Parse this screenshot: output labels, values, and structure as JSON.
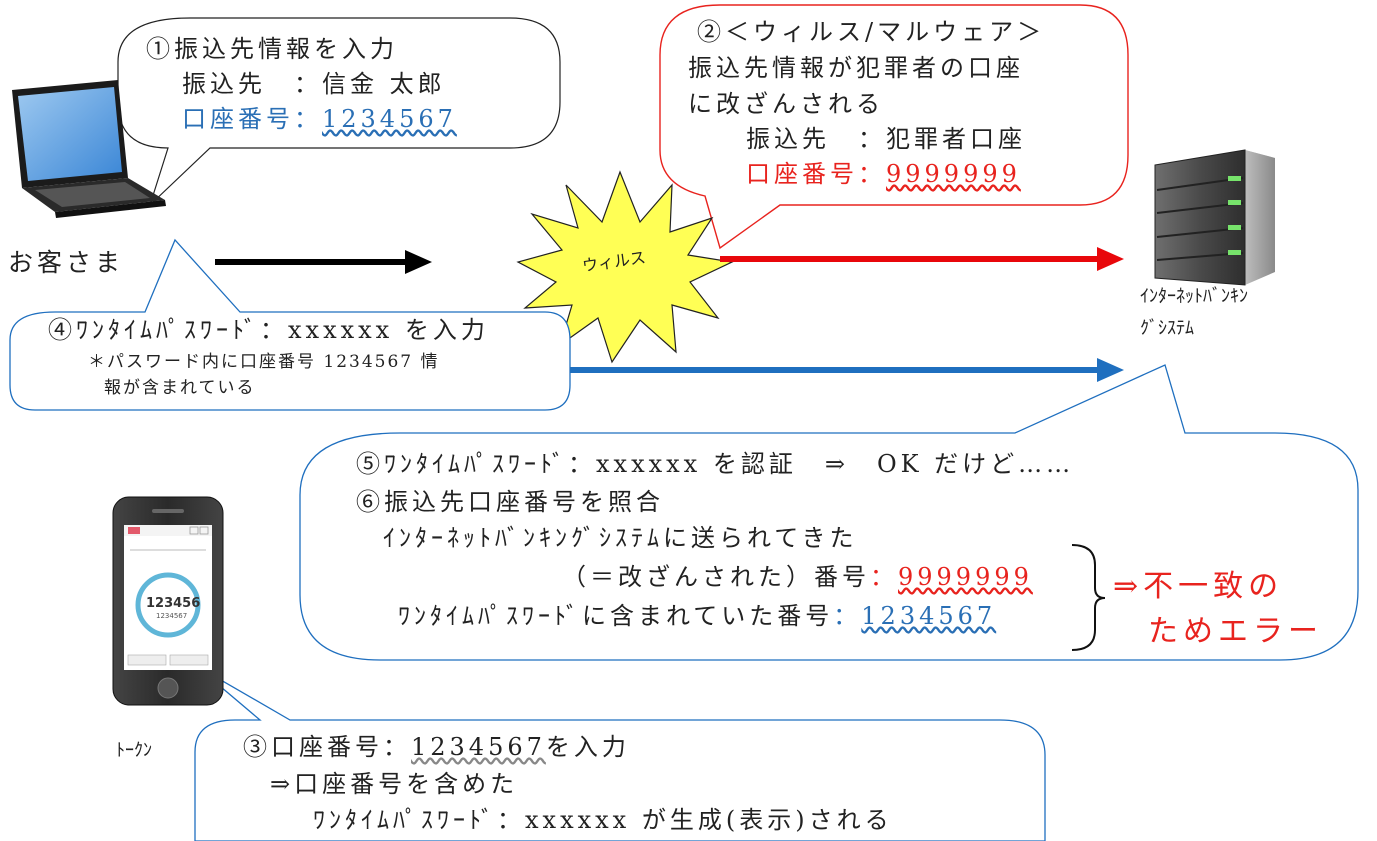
{
  "bubble1": {
    "line1": "①振込先情報を入力",
    "line2": "振込先　：信金 太郎",
    "line3_label": "口座番号：",
    "line3_value": "1234567"
  },
  "bubble2": {
    "line1": "②＜ウィルス/マルウェア＞",
    "line2": "振込先情報が犯罪者の口座",
    "line3": "に改ざんされる",
    "line4": "振込先　：犯罪者口座",
    "line5_label": "口座番号：",
    "line5_value": "9999999"
  },
  "customer_label": "お客さま",
  "virus_label": "ウィルス",
  "server_label_1": "ｲﾝﾀｰﾈｯﾄﾊﾞﾝｷﾝ",
  "server_label_2": "ｸﾞｼｽﾃﾑ",
  "bubble4": {
    "line1": "④ﾜﾝﾀｲﾑﾊﾟｽﾜｰﾄﾞ：xxxxxx を入力",
    "line2": "＊パスワード内に口座番号 1234567 情",
    "line3": "報が含まれている"
  },
  "bubble5": {
    "line1": "⑤ﾜﾝﾀｲﾑﾊﾟｽﾜｰﾄﾞ：xxxxxx を認証　⇒　OK だけど……",
    "line2": "⑥振込先口座番号を照合",
    "line3": "ｲﾝﾀｰﾈｯﾄﾊﾞﾝｷﾝｸﾞｼｽﾃﾑに送られてきた",
    "line4_label": "（＝改ざんされた）番号",
    "line4_colon": "：",
    "line4_value": "9999999",
    "line5_label": "ﾜﾝﾀｲﾑﾊﾟｽﾜｰﾄﾞに含まれていた番号",
    "line5_colon": "：",
    "line5_value": "1234567"
  },
  "error_line1": "⇒不一致の",
  "error_line2": "ためエラー",
  "token_label": "ﾄｰｸﾝ",
  "phone_screen": {
    "otp": "123456",
    "sub": "1234567"
  },
  "bubble3": {
    "line1_label": "③口座番号：",
    "line1_value": "1234567",
    "line1_suffix": "を入力",
    "line2": "⇒口座番号を含めた",
    "line3": "ﾜﾝﾀｲﾑﾊﾟｽﾜｰﾄﾞ：xxxxxx が生成(表示)される"
  },
  "colors": {
    "black_arrow": "#000000",
    "red_arrow": "#e8070b",
    "blue_arrow": "#1f6fbf",
    "bubble_border": "#1f6fbf",
    "bubble2_border": "#e8231e",
    "virus_fill": "#ffff55"
  }
}
